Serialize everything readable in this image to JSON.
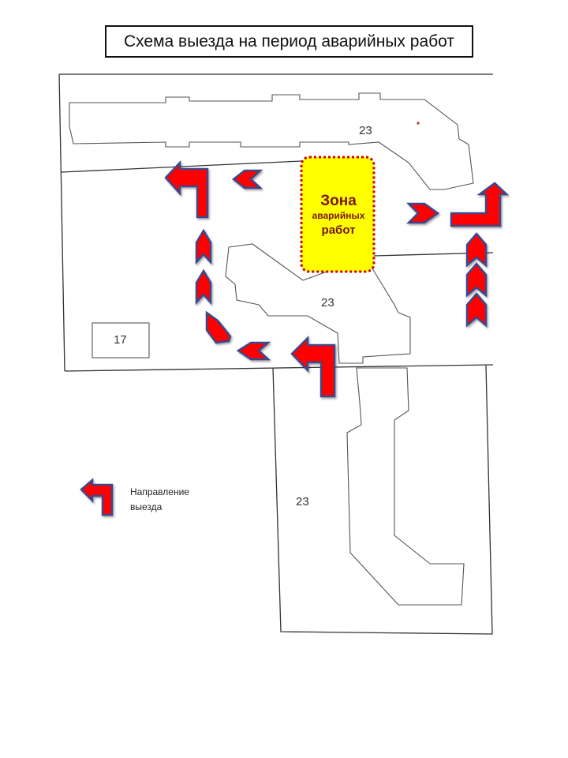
{
  "title": "Схема выезда на период аварийных работ",
  "zone": {
    "line1": "Зона",
    "line2": "аварийных",
    "line3": "работ",
    "fill_color": "#ffff00",
    "border_color": "#cc0000"
  },
  "buildings": [
    {
      "number": "23"
    },
    {
      "number": "23"
    },
    {
      "number": "23"
    },
    {
      "number": "17"
    }
  ],
  "legend": {
    "line1": "Направление",
    "line2": "выезда",
    "icon": "exit-direction-arrow-icon"
  },
  "colors": {
    "arrow_fill": "#ff0000",
    "arrow_outline": "#3b4a8c"
  }
}
